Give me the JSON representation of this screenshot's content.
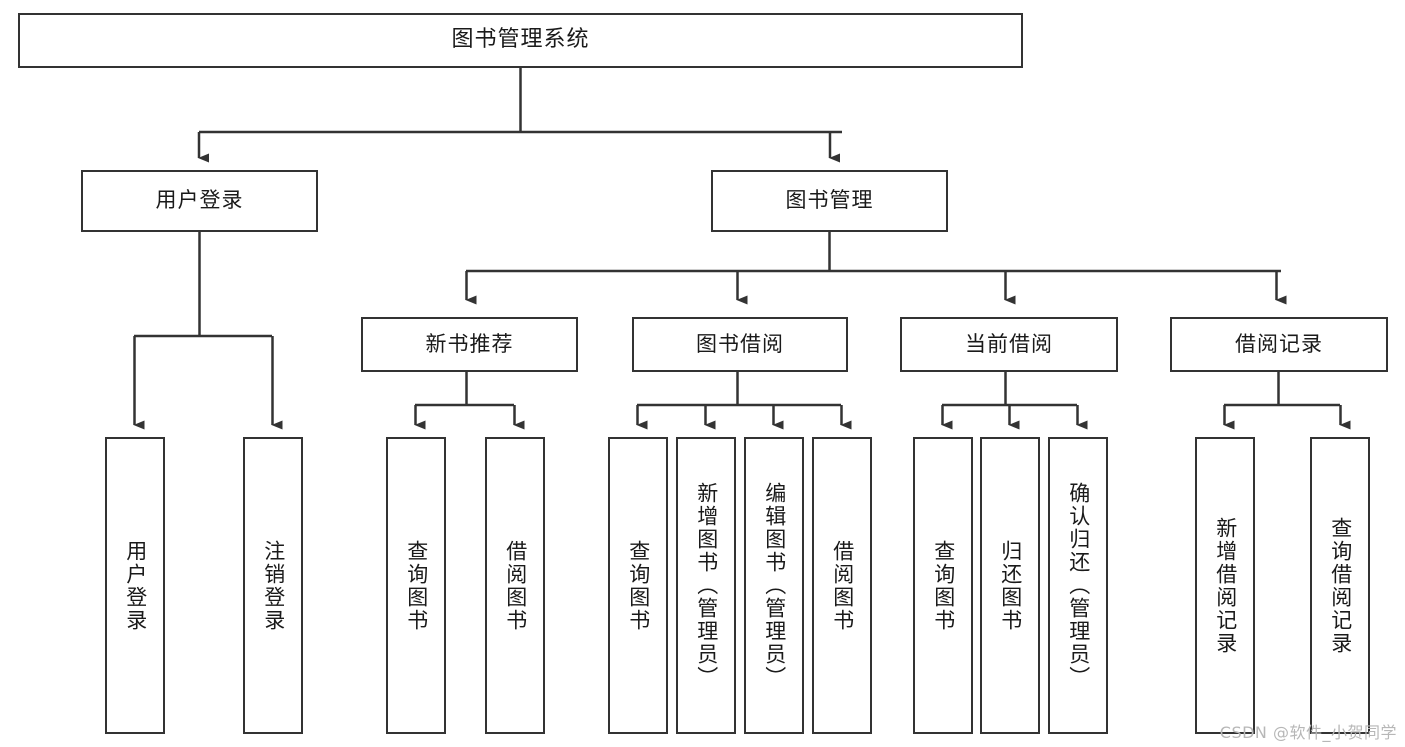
{
  "diagram": {
    "title": "图书管理系统",
    "type": "tree",
    "colors": {
      "stroke": "#333333",
      "fill": "#ffffff",
      "text": "#1a1a1a",
      "watermark": "#b7b7b7"
    },
    "nodes": {
      "root": {
        "label": "图书管理系统",
        "orientation": "horizontal"
      },
      "level2": [
        {
          "id": "user-login",
          "label": "用户登录",
          "orientation": "horizontal"
        },
        {
          "id": "book-manage",
          "label": "图书管理",
          "orientation": "horizontal"
        }
      ],
      "level3": [
        {
          "id": "new-book-recommend",
          "label": "新书推荐",
          "orientation": "horizontal"
        },
        {
          "id": "book-borrow",
          "label": "图书借阅",
          "orientation": "horizontal"
        },
        {
          "id": "current-borrow",
          "label": "当前借阅",
          "orientation": "horizontal"
        },
        {
          "id": "borrow-record",
          "label": "借阅记录",
          "orientation": "horizontal"
        }
      ],
      "leaves": [
        {
          "id": "leaf-user-login",
          "label": "用户登录",
          "parent": "user-login",
          "orientation": "vertical"
        },
        {
          "id": "leaf-user-logout",
          "label": "注销登录",
          "parent": "user-login",
          "orientation": "vertical"
        },
        {
          "id": "leaf-query-book-1",
          "label": "查询图书",
          "parent": "new-book-recommend",
          "orientation": "vertical"
        },
        {
          "id": "leaf-borrow-book-1",
          "label": "借阅图书",
          "parent": "new-book-recommend",
          "orientation": "vertical"
        },
        {
          "id": "leaf-query-book-2",
          "label": "查询图书",
          "parent": "book-borrow",
          "orientation": "vertical"
        },
        {
          "id": "leaf-add-book",
          "label": "新增图书（管理员）",
          "parent": "book-borrow",
          "orientation": "vertical"
        },
        {
          "id": "leaf-edit-book",
          "label": "编辑图书（管理员）",
          "parent": "book-borrow",
          "orientation": "vertical"
        },
        {
          "id": "leaf-borrow-book-2",
          "label": "借阅图书",
          "parent": "book-borrow",
          "orientation": "vertical"
        },
        {
          "id": "leaf-query-book-3",
          "label": "查询图书",
          "parent": "current-borrow",
          "orientation": "vertical"
        },
        {
          "id": "leaf-return-book",
          "label": "归还图书",
          "parent": "current-borrow",
          "orientation": "vertical"
        },
        {
          "id": "leaf-confirm-return",
          "label": "确认归还（管理员）",
          "parent": "current-borrow",
          "orientation": "vertical"
        },
        {
          "id": "leaf-add-record",
          "label": "新增借阅记录",
          "parent": "borrow-record",
          "orientation": "vertical"
        },
        {
          "id": "leaf-query-record",
          "label": "查询借阅记录",
          "parent": "borrow-record",
          "orientation": "vertical"
        }
      ]
    },
    "watermark": "CSDN @软件_小贺同学"
  }
}
